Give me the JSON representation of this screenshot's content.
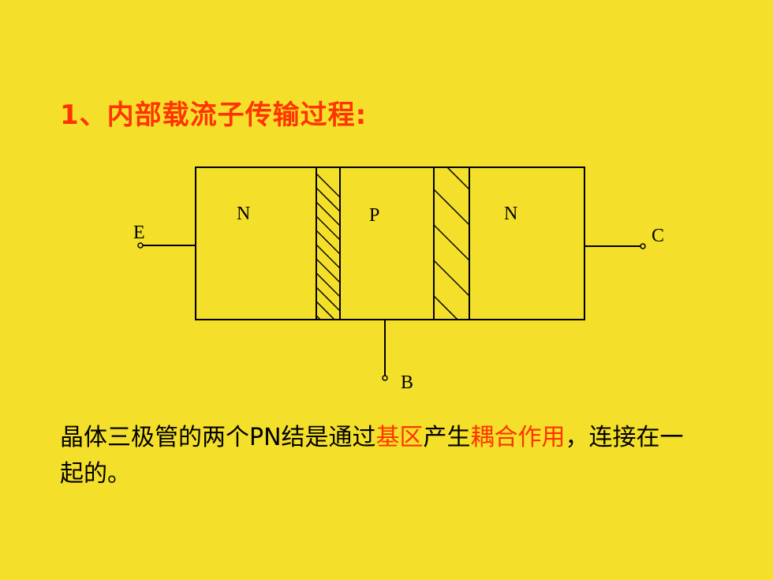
{
  "title": "1、内部载流子传输过程:",
  "diagram": {
    "regions": {
      "left": "N",
      "middle": "P",
      "right": "N"
    },
    "terminals": {
      "emitter": "E",
      "collector": "C",
      "base": "B"
    }
  },
  "body": {
    "segments": [
      {
        "text": "晶体三极管的两个PN结是通过",
        "highlight": false
      },
      {
        "text": "基区",
        "highlight": true
      },
      {
        "text": "产生",
        "highlight": false
      },
      {
        "text": "耦合作用",
        "highlight": true
      },
      {
        "text": "，连接在一起的。",
        "highlight": false
      }
    ]
  },
  "colors": {
    "background": "#F4E02A",
    "accent": "#FF3300",
    "line": "#000000"
  }
}
